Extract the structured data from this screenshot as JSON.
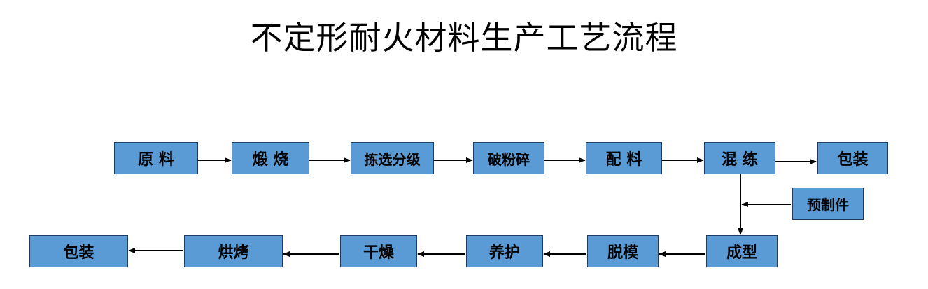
{
  "title": "不定形耐火材料生产工艺流程",
  "colors": {
    "box_fill": "#5b9bd5",
    "box_border": "#1f3b5f",
    "arrow": "#000000"
  },
  "row1": [
    "原 料",
    "煅 烧",
    "拣选分级",
    "破粉碎",
    "配 料",
    "混 练",
    "包装"
  ],
  "side": "预制件",
  "row2": [
    "包装",
    "烘烤",
    "干燥",
    "养护",
    "脱模",
    "成型"
  ]
}
